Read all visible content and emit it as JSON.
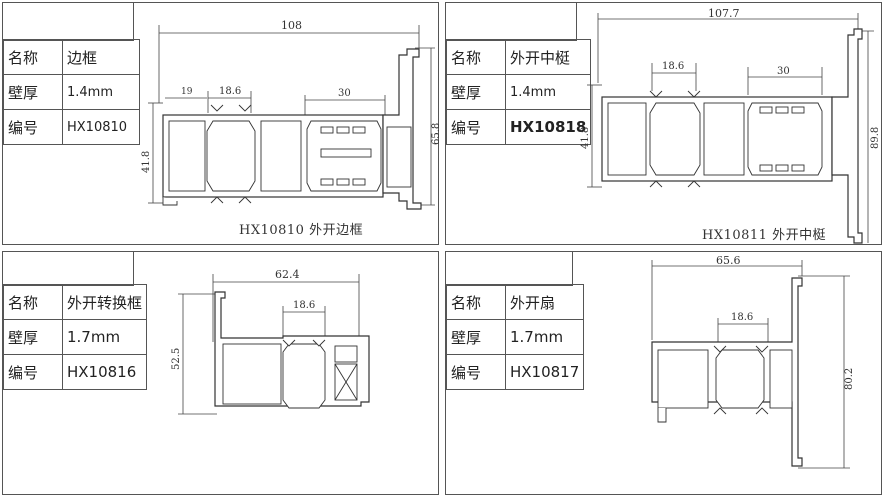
{
  "labels": {
    "name": "名称",
    "thickness": "壁厚",
    "code": "编号"
  },
  "panels": [
    {
      "name_value": "边框",
      "thickness_value": "1.4mm",
      "code_value": "HX10810",
      "caption": "HX10810  外开边框",
      "dims": {
        "width": "108",
        "d1": "19",
        "d2": "18.6",
        "d3": "30",
        "height_left": "41.8",
        "height_right": "65.8"
      }
    },
    {
      "name_value": "外开中梃",
      "thickness_value": "1.4mm",
      "code_value": "HX10818",
      "caption": "HX10811  外开中梃",
      "dims": {
        "width": "107.7",
        "d1": "18.6",
        "d2": "30",
        "height_left": "41.8",
        "height_right": "89.8"
      }
    },
    {
      "name_value": "外开转换框",
      "thickness_value": "1.7mm",
      "code_value": "HX10816",
      "dims": {
        "width": "62.4",
        "d1": "18.6",
        "height_left": "52.5"
      }
    },
    {
      "name_value": "外开扇",
      "thickness_value": "1.7mm",
      "code_value": "HX10817",
      "dims": {
        "width": "65.6",
        "d1": "18.6",
        "height_right": "80.2"
      }
    }
  ]
}
